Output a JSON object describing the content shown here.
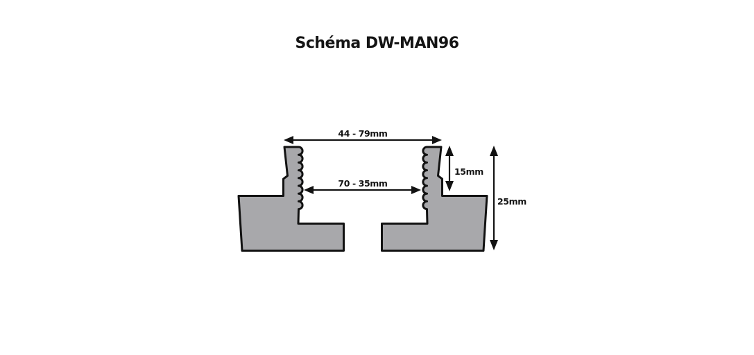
{
  "title": "Schéma DW-MAN96",
  "diagram": {
    "subject": "clamp-jaw-cross-section",
    "labels": {
      "top_width": "44 - 79mm",
      "inner_width": "70 - 35mm",
      "upper_jaw_height": "15mm",
      "total_height": "25mm"
    },
    "colors": {
      "jaw_fill": "#a8a8ab",
      "line": "#121212",
      "background": "#ffffff"
    }
  }
}
